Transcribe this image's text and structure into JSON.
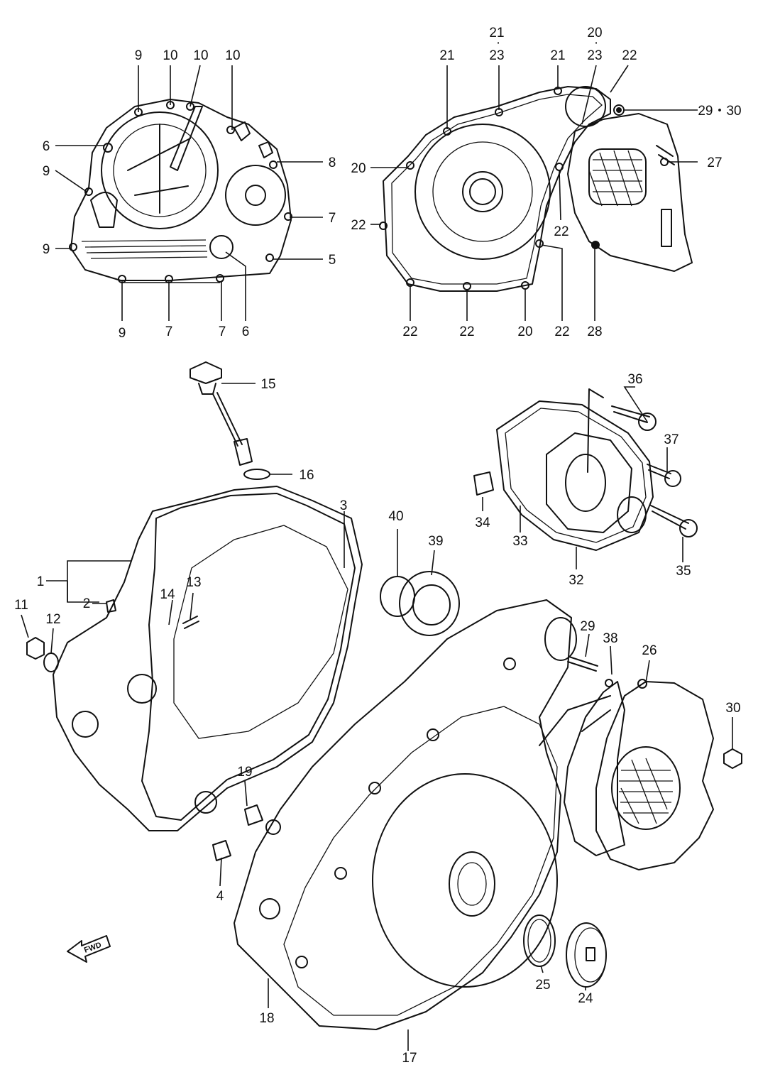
{
  "labels": {
    "p1": "1",
    "p2": "2",
    "p3": "3",
    "p4": "4",
    "p5": "5",
    "p6a": "6",
    "p6b": "6",
    "p7a": "7",
    "p7b": "7",
    "p7c": "7",
    "p8": "8",
    "p9a": "9",
    "p9b": "9",
    "p9c": "9",
    "p9d": "9",
    "p10a": "10",
    "p10b": "10",
    "p10c": "10",
    "p11": "11",
    "p12": "12",
    "p13": "13",
    "p14": "14",
    "p15": "15",
    "p16": "16",
    "p17": "17",
    "p18": "18",
    "p19": "19",
    "p20a": "20",
    "p20b": "20",
    "p20c": "20",
    "p21a": "21",
    "p21b": "21",
    "p21c": "21",
    "p22a": "22",
    "p22b": "22",
    "p22c": "22",
    "p22d": "22",
    "p22e": "22",
    "p22f": "22",
    "p23a": "23",
    "p23b": "23",
    "p24": "24",
    "p25": "25",
    "p26": "26",
    "p27": "27",
    "p28": "28",
    "p29": "29",
    "p29_30": "29・30",
    "p30": "30",
    "p32": "32",
    "p33": "33",
    "p34": "34",
    "p35": "35",
    "p36": "36",
    "p37": "37",
    "p38": "38",
    "p39": "39",
    "p40": "40"
  },
  "forward_arrow": "FWD"
}
